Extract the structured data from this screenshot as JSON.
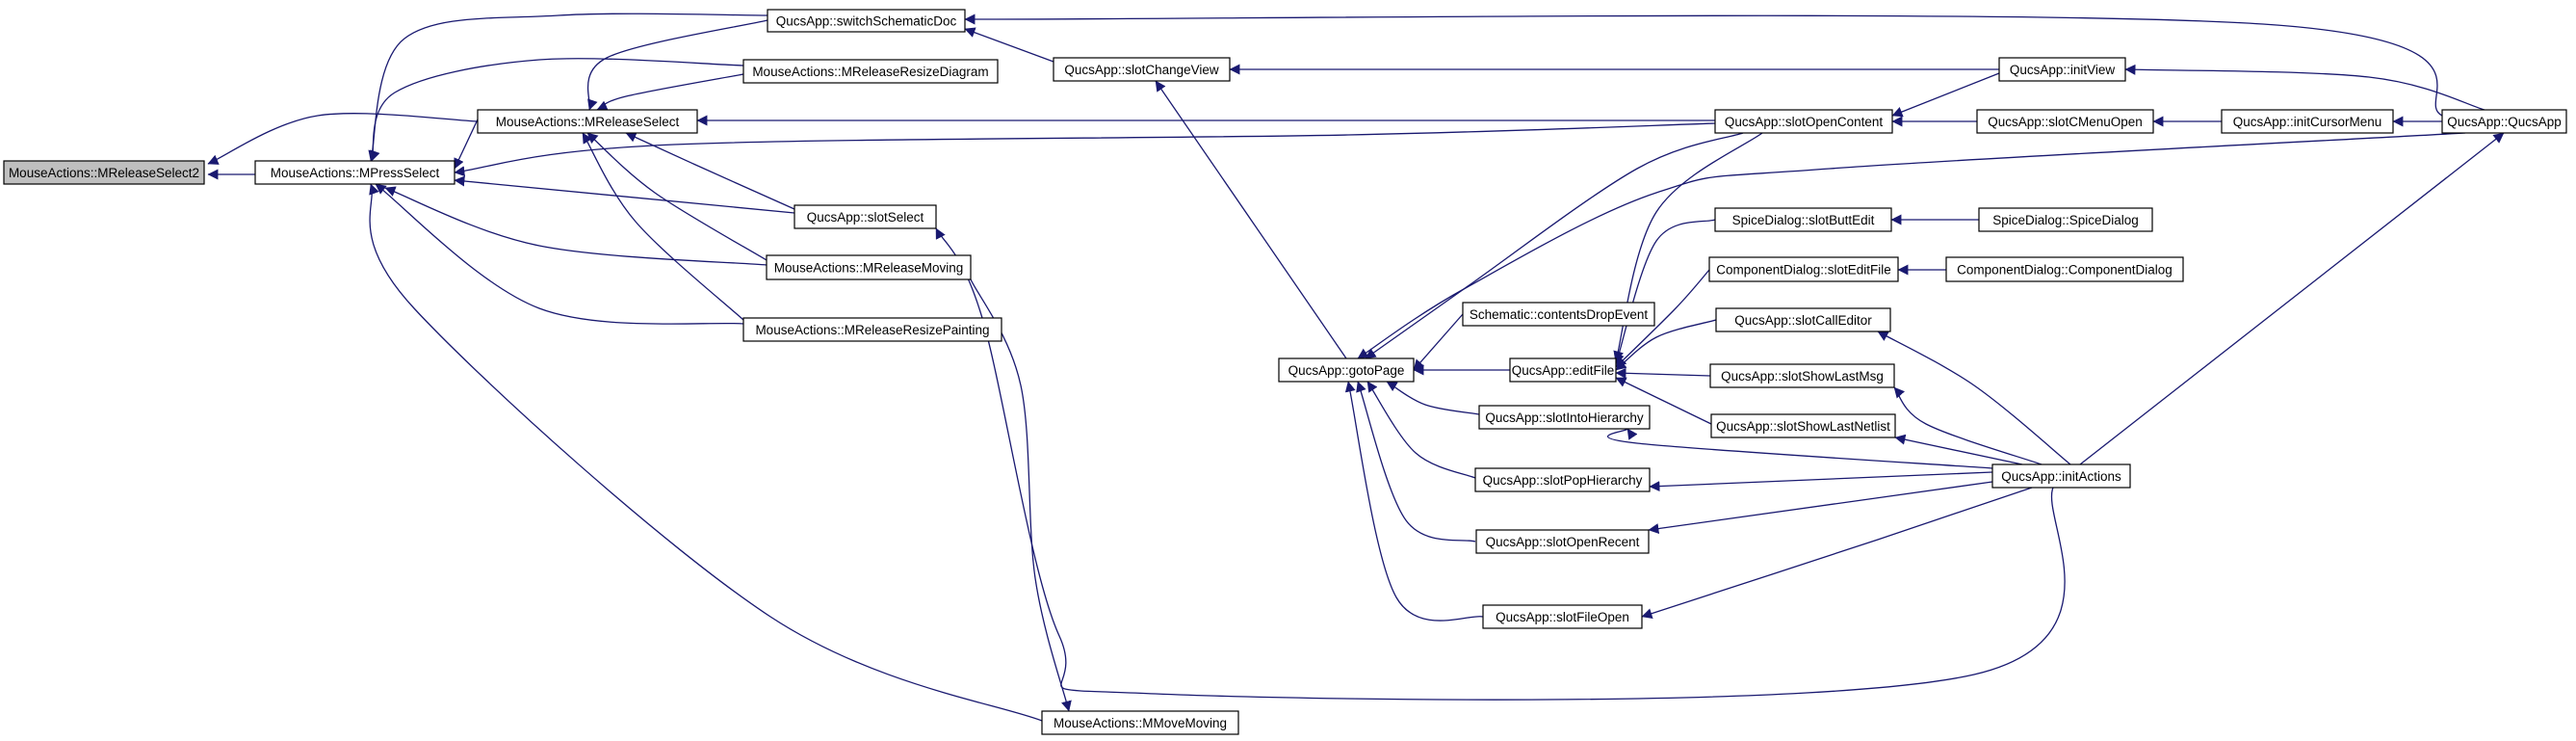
{
  "diagram": {
    "type": "call-graph",
    "colors": {
      "edge": "#191970",
      "root_fill": "#bfbfbf",
      "node_fill": "#ffffff",
      "node_border": "#000000"
    },
    "nodes": [
      {
        "id": "n0",
        "label": "MouseActions::MReleaseSelect2",
        "root": true
      },
      {
        "id": "n1",
        "label": "MouseActions::MPressSelect"
      },
      {
        "id": "n2",
        "label": "QucsApp::switchSchematicDoc"
      },
      {
        "id": "n3",
        "label": "MouseActions::MReleaseResizeDiagram"
      },
      {
        "id": "n4",
        "label": "MouseActions::MReleaseSelect"
      },
      {
        "id": "n5",
        "label": "QucsApp::slotSelect"
      },
      {
        "id": "n6",
        "label": "MouseActions::MReleaseMoving"
      },
      {
        "id": "n7",
        "label": "MouseActions::MReleaseResizePainting"
      },
      {
        "id": "n8",
        "label": "MouseActions::MMoveMoving"
      },
      {
        "id": "n9",
        "label": "QucsApp::slotChangeView"
      },
      {
        "id": "n10",
        "label": "QucsApp::gotoPage"
      },
      {
        "id": "n11",
        "label": "Schematic::contentsDropEvent"
      },
      {
        "id": "n12",
        "label": "QucsApp::editFile"
      },
      {
        "id": "n13",
        "label": "QucsApp::slotIntoHierarchy"
      },
      {
        "id": "n14",
        "label": "QucsApp::slotPopHierarchy"
      },
      {
        "id": "n15",
        "label": "QucsApp::slotOpenRecent"
      },
      {
        "id": "n16",
        "label": "QucsApp::slotFileOpen"
      },
      {
        "id": "n17",
        "label": "QucsApp::slotOpenContent"
      },
      {
        "id": "n18",
        "label": "SpiceDialog::slotButtEdit"
      },
      {
        "id": "n19",
        "label": "ComponentDialog::slotEditFile"
      },
      {
        "id": "n20",
        "label": "QucsApp::slotCallEditor"
      },
      {
        "id": "n21",
        "label": "QucsApp::slotShowLastMsg"
      },
      {
        "id": "n22",
        "label": "QucsApp::slotShowLastNetlist"
      },
      {
        "id": "n23",
        "label": "QucsApp::initView"
      },
      {
        "id": "n24",
        "label": "QucsApp::slotCMenuOpen"
      },
      {
        "id": "n25",
        "label": "QucsApp::initCursorMenu"
      },
      {
        "id": "n26",
        "label": "QucsApp::QucsApp"
      },
      {
        "id": "n27",
        "label": "SpiceDialog::SpiceDialog"
      },
      {
        "id": "n28",
        "label": "ComponentDialog::ComponentDialog"
      },
      {
        "id": "n29",
        "label": "QucsApp::initActions"
      }
    ],
    "edges": [
      {
        "from": "n1",
        "to": "n0"
      },
      {
        "from": "n2",
        "to": "n1"
      },
      {
        "from": "n3",
        "to": "n1"
      },
      {
        "from": "n4",
        "to": "n1"
      },
      {
        "from": "n5",
        "to": "n1"
      },
      {
        "from": "n6",
        "to": "n1"
      },
      {
        "from": "n7",
        "to": "n1"
      },
      {
        "from": "n8",
        "to": "n1"
      },
      {
        "from": "n4",
        "to": "n0"
      },
      {
        "from": "n17",
        "to": "n1"
      },
      {
        "from": "n2",
        "to": "n4"
      },
      {
        "from": "n3",
        "to": "n4"
      },
      {
        "from": "n5",
        "to": "n4"
      },
      {
        "from": "n6",
        "to": "n4"
      },
      {
        "from": "n7",
        "to": "n4"
      },
      {
        "from": "n17",
        "to": "n4"
      },
      {
        "from": "n9",
        "to": "n2"
      },
      {
        "from": "n26",
        "to": "n2"
      },
      {
        "from": "n29",
        "to": "n5"
      },
      {
        "from": "n6",
        "to": "n8"
      },
      {
        "from": "n9",
        "to": "n10"
      },
      {
        "from": "n23",
        "to": "n9"
      },
      {
        "from": "n11",
        "to": "n10"
      },
      {
        "from": "n12",
        "to": "n10"
      },
      {
        "from": "n13",
        "to": "n10"
      },
      {
        "from": "n14",
        "to": "n10"
      },
      {
        "from": "n15",
        "to": "n10"
      },
      {
        "from": "n16",
        "to": "n10"
      },
      {
        "from": "n17",
        "to": "n10"
      },
      {
        "from": "n26",
        "to": "n10"
      },
      {
        "from": "n17",
        "to": "n12"
      },
      {
        "from": "n18",
        "to": "n12"
      },
      {
        "from": "n19",
        "to": "n12"
      },
      {
        "from": "n20",
        "to": "n12"
      },
      {
        "from": "n21",
        "to": "n12"
      },
      {
        "from": "n22",
        "to": "n12"
      },
      {
        "from": "n23",
        "to": "n17"
      },
      {
        "from": "n24",
        "to": "n17"
      },
      {
        "from": "n25",
        "to": "n24"
      },
      {
        "from": "n26",
        "to": "n23"
      },
      {
        "from": "n26",
        "to": "n25"
      },
      {
        "from": "n27",
        "to": "n18"
      },
      {
        "from": "n28",
        "to": "n19"
      },
      {
        "from": "n29",
        "to": "n20"
      },
      {
        "from": "n29",
        "to": "n21"
      },
      {
        "from": "n29",
        "to": "n22"
      },
      {
        "from": "n29",
        "to": "n13"
      },
      {
        "from": "n29",
        "to": "n14"
      },
      {
        "from": "n29",
        "to": "n15"
      },
      {
        "from": "n29",
        "to": "n16"
      },
      {
        "from": "n29",
        "to": "n26"
      }
    ]
  }
}
